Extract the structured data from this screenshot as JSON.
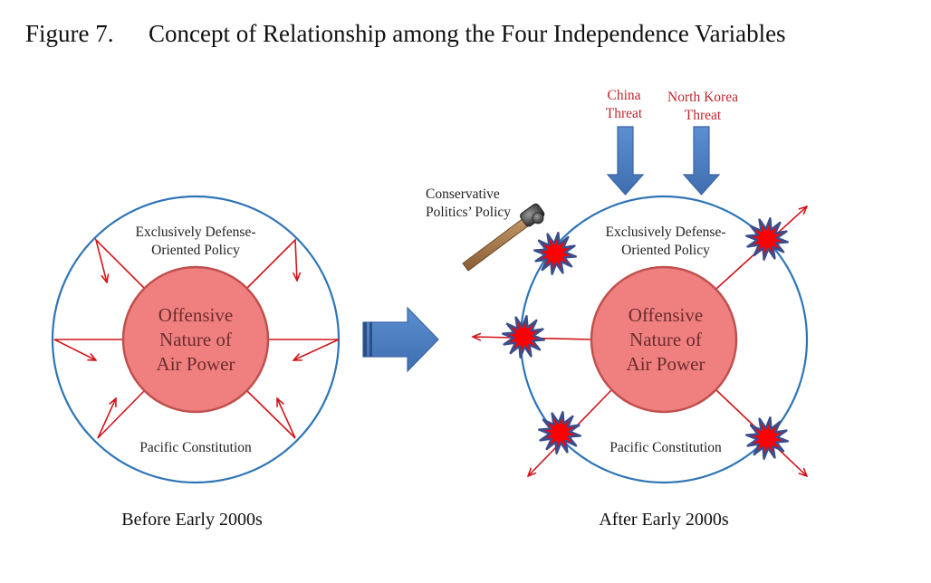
{
  "figure": {
    "number": "Figure 7.",
    "title": "Concept of Relationship among the Four Independence Variables"
  },
  "before": {
    "top_label_line1": "Exclusively Defense-",
    "top_label_line2": "Oriented Policy",
    "core_line1": "Offensive",
    "core_line2": "Nature of",
    "core_line3": "Air Power",
    "bottom_label": "Pacific Constitution",
    "caption": "Before Early 2000s"
  },
  "after": {
    "top_label_line1": "Exclusively Defense-",
    "top_label_line2": "Oriented Policy",
    "core_line1": "Offensive",
    "core_line2": "Nature of",
    "core_line3": "Air Power",
    "bottom_label": "Pacific Constitution",
    "caption": "After Early 2000s",
    "china_threat_line1": "China",
    "china_threat_line2": "Threat",
    "nk_threat_line1": "North Korea",
    "nk_threat_line2": "Threat",
    "conservative_line1": "Conservative",
    "conservative_line2": "Politics’ Policy"
  },
  "icons": {
    "transition": "right-arrow-icon",
    "pressure": "down-arrow-icon",
    "impact": "hammer-icon",
    "breakthrough": "burst-icon"
  },
  "colors": {
    "outer_ring": "#2e75b6",
    "core_fill": "#f08080",
    "core_stroke": "#c0504d",
    "red_arrow": "#d0161b",
    "block_arrow": "#4f81bd",
    "burst_fill": "#ff0000",
    "burst_stroke": "#3b4e8c",
    "threat_text": "#c1272d"
  }
}
